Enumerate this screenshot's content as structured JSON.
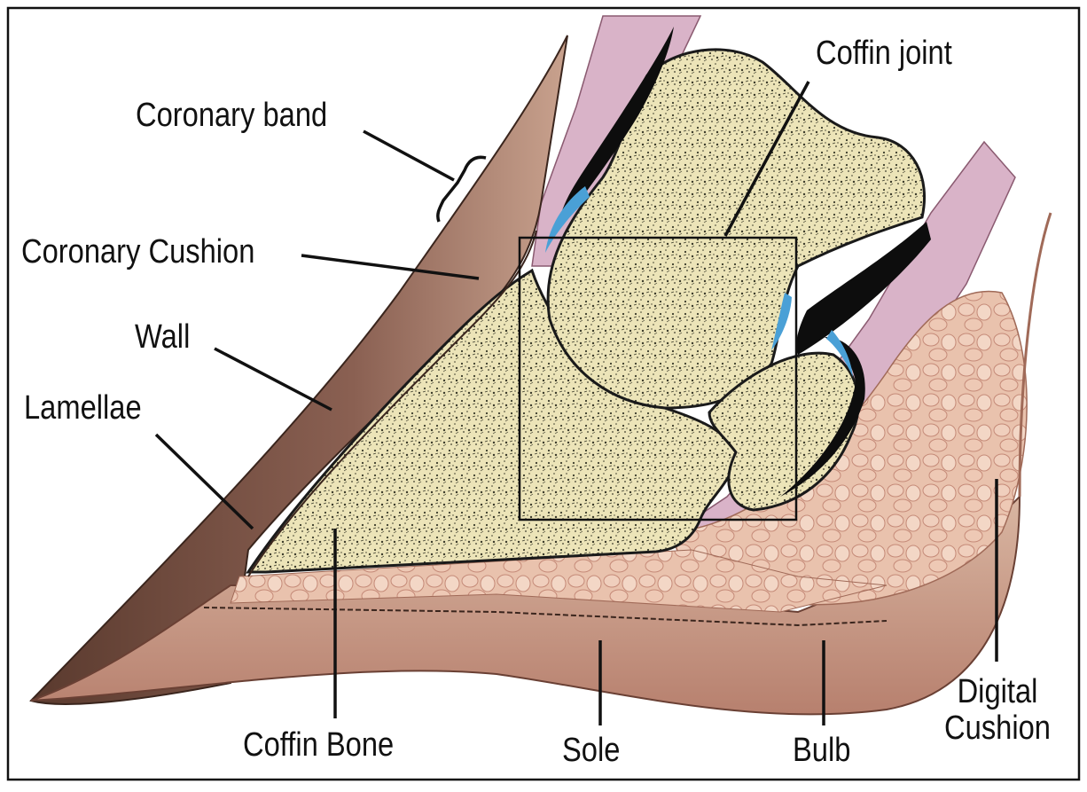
{
  "labels": {
    "coffin_joint": "Coffin joint",
    "coronary_band": "Coronary band",
    "coronary_cushion": "Coronary Cushion",
    "wall": "Wall",
    "lamellae": "Lamellae",
    "coffin_bone": "Coffin Bone",
    "sole": "Sole",
    "bulb": "Bulb",
    "digital_cushion": [
      "Digital",
      "Cushion"
    ]
  },
  "colors": {
    "frame": "#111111",
    "wall_outer": "#5a3a2e",
    "wall_inner": "#b58a78",
    "bone": "#ece4b8",
    "bone_speckle": "#3a3a2a",
    "tendon": "#d9b3c8",
    "cushion": "#e9c2ad",
    "sole": "#c79a8a",
    "cartilage": "#4aa0d6",
    "cavity": "#0d0d0d"
  }
}
